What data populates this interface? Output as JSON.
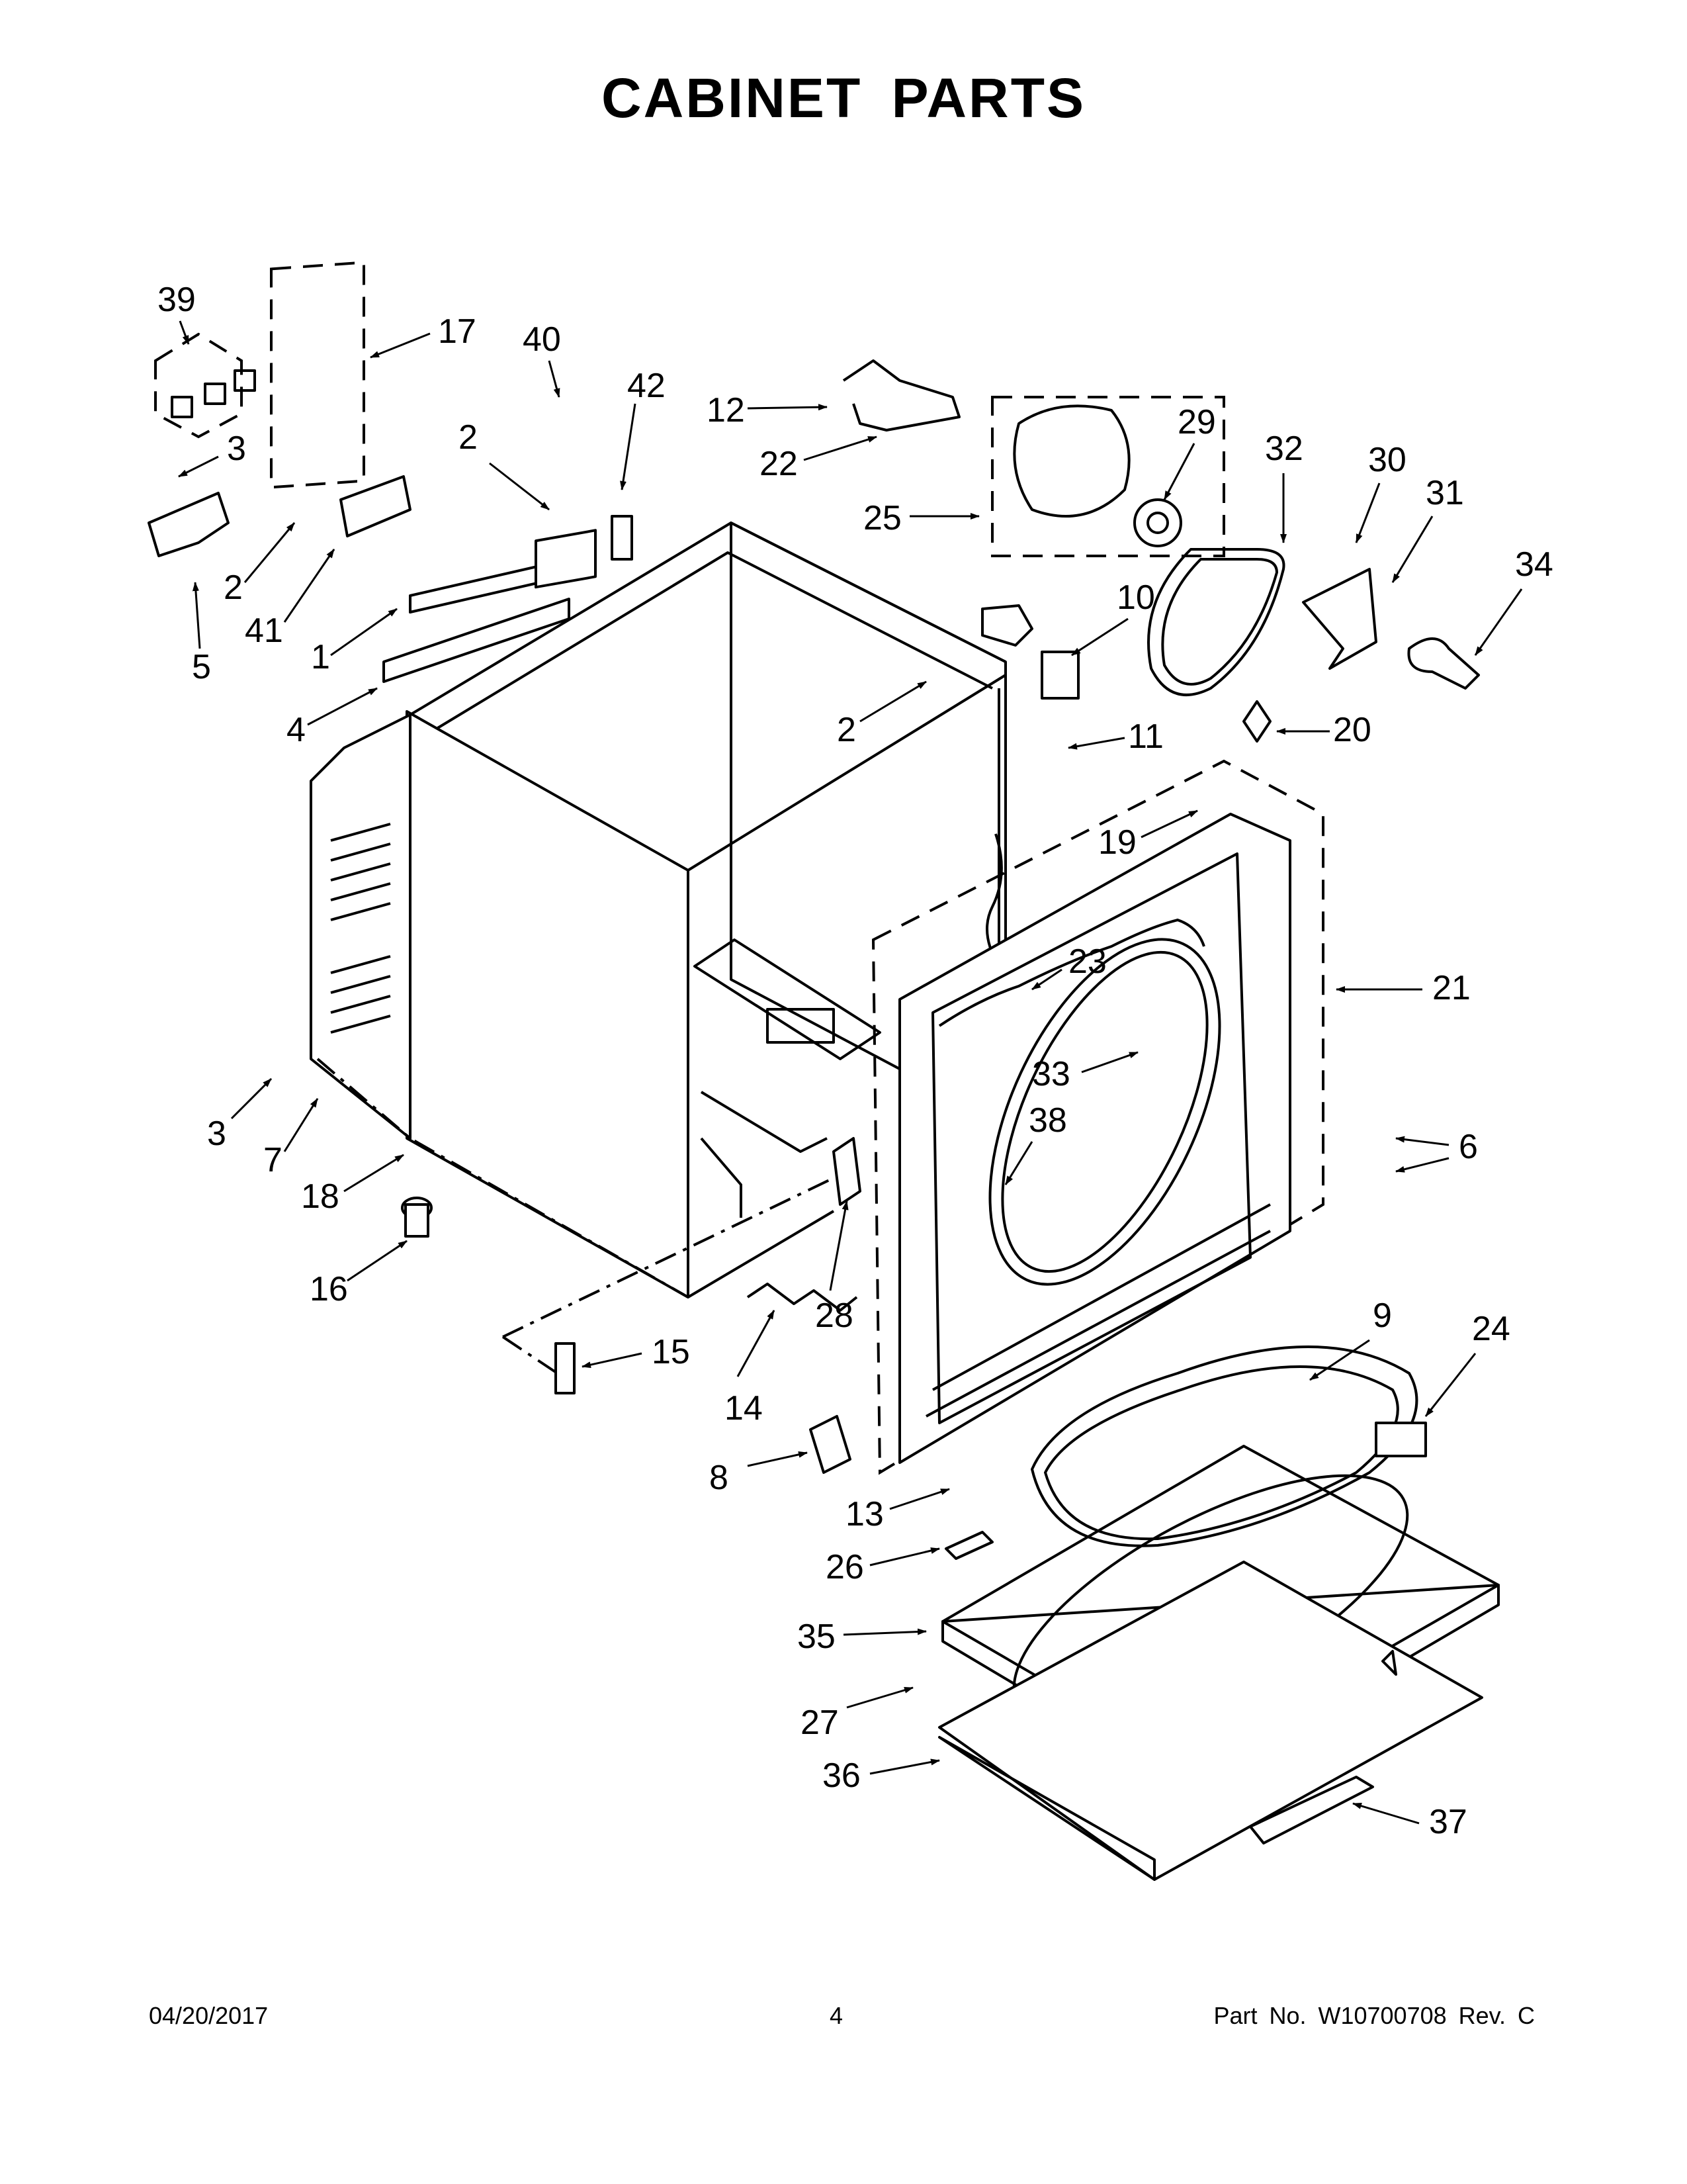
{
  "title": "CABINET PARTS",
  "footer": {
    "date": "04/20/2017",
    "page": "4",
    "part_number": "Part No.  W10700708  Rev.  C"
  },
  "callouts": [
    "39",
    "17",
    "3",
    "2",
    "41",
    "1",
    "4",
    "5",
    "40",
    "42",
    "12",
    "22",
    "25",
    "29",
    "32",
    "30",
    "31",
    "34",
    "10",
    "11",
    "20",
    "19",
    "21",
    "23",
    "33",
    "38",
    "6",
    "7",
    "18",
    "16",
    "15",
    "14",
    "28",
    "8",
    "13",
    "26",
    "35",
    "27",
    "36",
    "37",
    "9",
    "24"
  ]
}
